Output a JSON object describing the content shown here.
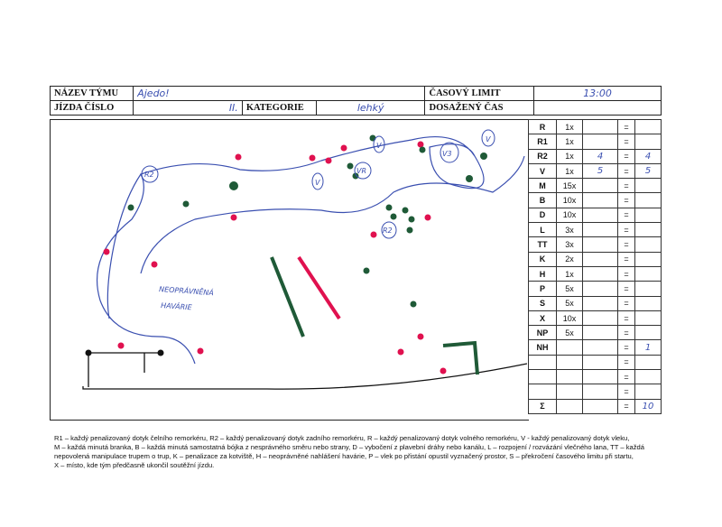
{
  "header": {
    "team_name_label": "NÁZEV TÝMU",
    "team_name_value": "Ajedo!",
    "time_limit_label": "ČASOVÝ LIMIT",
    "time_limit_value": "13:00",
    "run_number_label": "JÍZDA ČÍSLO",
    "run_number_value": "II.",
    "category_label": "KATEGORIE",
    "category_value": "lehký",
    "achieved_time_label": "DOSAŽENÝ ČAS",
    "achieved_time_value": ""
  },
  "map": {
    "annotation": "NEOPRÁVNĚNÁ HAVÁRIE",
    "marks": {
      "v1": "V",
      "v2": "V",
      "vr": "VR",
      "v3": "V3",
      "r2_left": "R2",
      "r2_bottom": "R2",
      "v_top": "V"
    },
    "colors": {
      "red": "#e0114f",
      "green": "#1f5a37",
      "ink": "#3a4fb0",
      "black": "#111111"
    }
  },
  "score_rows": [
    {
      "code": "R",
      "mult": "1x",
      "val": "",
      "res": ""
    },
    {
      "code": "R1",
      "mult": "1x",
      "val": "",
      "res": ""
    },
    {
      "code": "R2",
      "mult": "1x",
      "val": "4",
      "res": "4"
    },
    {
      "code": "V",
      "mult": "1x",
      "val": "5",
      "res": "5"
    },
    {
      "code": "M",
      "mult": "15x",
      "val": "",
      "res": ""
    },
    {
      "code": "B",
      "mult": "10x",
      "val": "",
      "res": ""
    },
    {
      "code": "D",
      "mult": "10x",
      "val": "",
      "res": ""
    },
    {
      "code": "L",
      "mult": "3x",
      "val": "",
      "res": ""
    },
    {
      "code": "TT",
      "mult": "3x",
      "val": "",
      "res": ""
    },
    {
      "code": "K",
      "mult": "2x",
      "val": "",
      "res": ""
    },
    {
      "code": "H",
      "mult": "1x",
      "val": "",
      "res": ""
    },
    {
      "code": "P",
      "mult": "5x",
      "val": "",
      "res": ""
    },
    {
      "code": "S",
      "mult": "5x",
      "val": "",
      "res": ""
    },
    {
      "code": "X",
      "mult": "10x",
      "val": "",
      "res": ""
    },
    {
      "code": "NP",
      "mult": "5x",
      "val": "",
      "res": ""
    },
    {
      "code": "NH",
      "mult": "",
      "val": "",
      "res": "1"
    },
    {
      "code": "",
      "mult": "",
      "val": "",
      "res": ""
    },
    {
      "code": "",
      "mult": "",
      "val": "",
      "res": ""
    },
    {
      "code": "",
      "mult": "",
      "val": "",
      "res": ""
    },
    {
      "code": "Σ",
      "mult": "",
      "val": "",
      "res": "10"
    }
  ],
  "equals_sign": "=",
  "legend": {
    "line1": "R1 – každý penalizovaný dotyk čelního remorkéru, R2 – každý penalizovaný dotyk zadního remorkéru, R – každý penalizovaný dotyk volného remorkéru, V - každý penalizovaný dotyk vleku,",
    "line2": "M – každá minutá branka, B – každá minutá samostatná bójka z nesprávného směru nebo strany, D – vybočení z plavební dráhy nebo kanálu, L – rozpojení / rozvázání vlečného lana, TT – každá",
    "line3": "nepovolená manipulace trupem o trup, K – penalizace za kotviště, H – neoprávněné nahlášení havárie, P – vlek po přistání opustil vyznačený prostor, S – překročení časového limitu při startu,",
    "line4": "X – místo, kde tým předčasně ukončil soutěžní jízdu."
  }
}
